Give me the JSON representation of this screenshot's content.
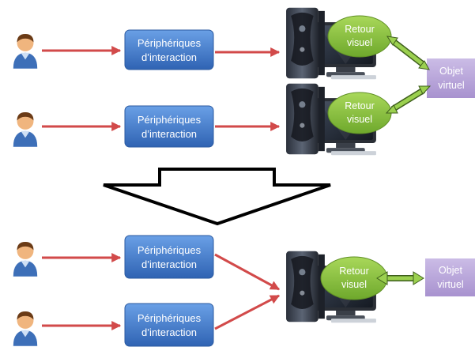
{
  "before": {
    "rows": [
      {
        "device_label_line1": "Périphériques",
        "device_label_line2": "d’interaction",
        "feedback_line1": "Retour",
        "feedback_line2": "visuel"
      },
      {
        "device_label_line1": "Périphériques",
        "device_label_line2": "d’interaction",
        "feedback_line1": "Retour",
        "feedback_line2": "visuel"
      }
    ],
    "object_line1": "Objet",
    "object_line2": "virtuel"
  },
  "after": {
    "rows": [
      {
        "device_label_line1": "Périphériques",
        "device_label_line2": "d’interaction"
      },
      {
        "device_label_line1": "Périphériques",
        "device_label_line2": "d’interaction"
      }
    ],
    "feedback_line1": "Retour",
    "feedback_line2": "visuel",
    "object_line1": "Objet",
    "object_line2": "virtuel"
  },
  "colors": {
    "device_box": "#3f78c8",
    "feedback": "#86c23a",
    "object_box": "#b6a2d6",
    "red_arrow": "#d24a4a",
    "double_arrow": "#8cc04a"
  },
  "icons": {
    "user": "user-icon",
    "workstation": "workstation-icon",
    "transition_arrow": "down-arrow-icon"
  }
}
